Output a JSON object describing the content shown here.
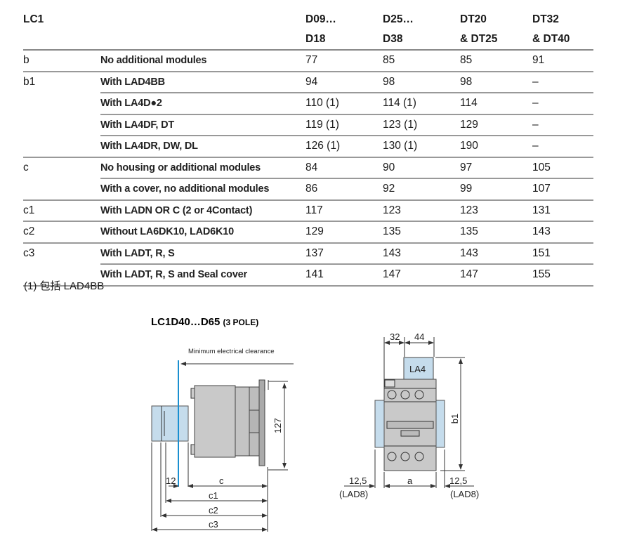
{
  "table": {
    "headers": [
      "LC1",
      "",
      "D09…",
      "D25…",
      "DT20",
      "DT32"
    ],
    "headers2": [
      "",
      "",
      "D18",
      "D38",
      "& DT25",
      "& DT40"
    ],
    "rows": [
      {
        "dim": "b",
        "desc": "No additional modules",
        "vals": [
          "77",
          "85",
          "85",
          "91"
        ],
        "group": true
      },
      {
        "dim": "b1",
        "desc": "With LAD4BB",
        "vals": [
          "94",
          "98",
          "98",
          "–"
        ],
        "group": true
      },
      {
        "dim": "",
        "desc": "With LA4D●2",
        "vals": [
          "110 (1)",
          "114 (1)",
          "114",
          "–"
        ]
      },
      {
        "dim": "",
        "desc": "With LA4DF, DT",
        "vals": [
          "119 (1)",
          "123 (1)",
          "129",
          "–"
        ]
      },
      {
        "dim": "",
        "desc": "With LA4DR, DW, DL",
        "vals": [
          "126 (1)",
          "130 (1)",
          "190",
          "–"
        ]
      },
      {
        "dim": "c",
        "desc": "No housing or additional modules",
        "vals": [
          "84",
          "90",
          "97",
          "105"
        ],
        "group": true
      },
      {
        "dim": "",
        "desc": "With a cover, no additional modules",
        "vals": [
          "86",
          "92",
          "99",
          "107"
        ]
      },
      {
        "dim": "c1",
        "desc": "With LADN OR C (2 or 4Contact)",
        "vals": [
          "117",
          "123",
          "123",
          "131"
        ],
        "group": true
      },
      {
        "dim": "c2",
        "desc": "Without LA6DK10, LAD6K10",
        "vals": [
          "129",
          "135",
          "135",
          "143"
        ],
        "group": true
      },
      {
        "dim": "c3",
        "desc": "With LADT, R, S",
        "vals": [
          "137",
          "143",
          "143",
          "151"
        ],
        "group": true
      },
      {
        "dim": "",
        "desc": "With LADT, R, S and Seal cover",
        "vals": [
          "141",
          "147",
          "147",
          "155"
        ]
      }
    ],
    "footnote": "(1) 包括 LAD4BB"
  },
  "diagram": {
    "title": "LC1D40…D65",
    "title_suffix": "(3 POLE)",
    "clearance": "Minimum electrical clearance",
    "dim_127": "127",
    "dim_12": "12",
    "dim_c": "c",
    "dim_c1": "c1",
    "dim_c2": "c2",
    "dim_c3": "c3",
    "dim_32": "32",
    "dim_44": "44",
    "la4": "LA4",
    "dim_b1": "b1",
    "dim_a": "a",
    "dim_125_left": "12,5",
    "lad8_left": "(LAD8)",
    "dim_125_right": "12,5",
    "lad8_right": "(LAD8)"
  }
}
